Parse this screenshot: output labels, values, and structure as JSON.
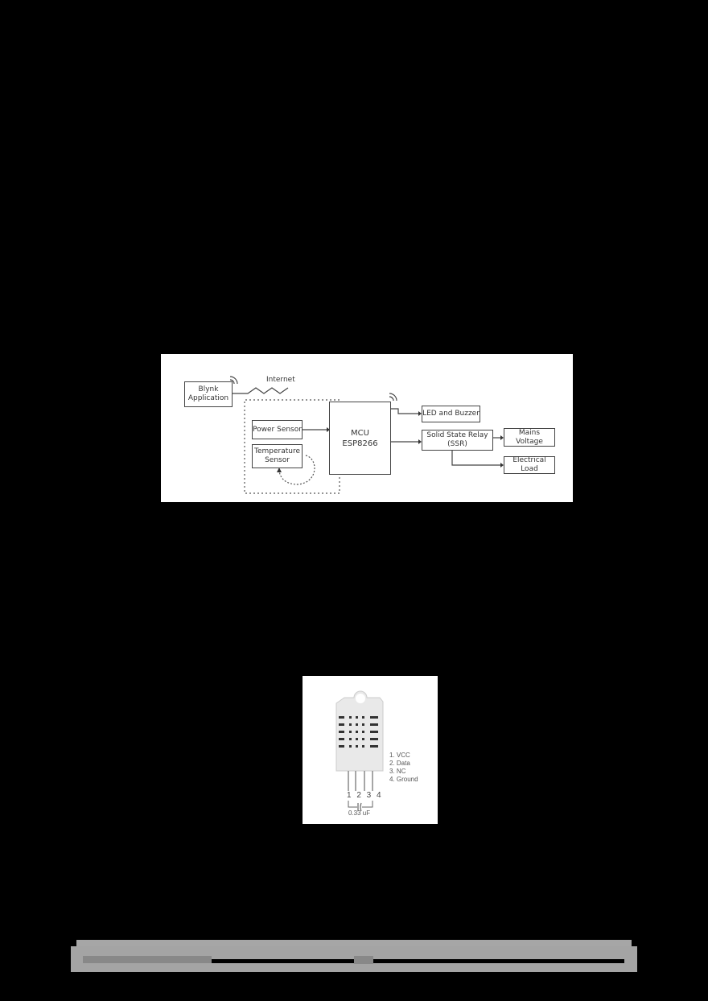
{
  "figure1": {
    "blocks": {
      "blynk": "Blynk\nApplication",
      "internet": "Internet",
      "power_sensor": "Power Sensor",
      "temperature_sensor": "Temperature\nSensor",
      "mcu_line1": "MCU",
      "mcu_line2": "ESP8266",
      "led_buzzer": "LED and Buzzer",
      "ssr_line1": "Solid State Relay",
      "ssr_line2": "(SSR)",
      "mains_voltage": "Mains Voltage",
      "electrical_load": "Electrical Load"
    }
  },
  "figure2": {
    "pins": [
      "1. VCC",
      "2. Data",
      "3. NC",
      "4. Ground"
    ],
    "pin_numbers": "1 2 3 4",
    "capacitor_label": "0.33 uF"
  },
  "footer": {
    "page_number": ""
  }
}
